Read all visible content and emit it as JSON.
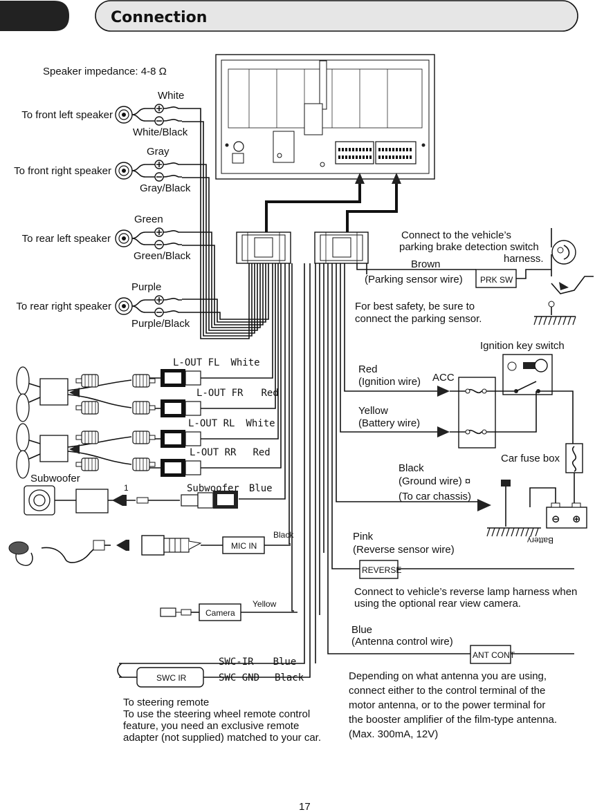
{
  "header": {
    "title": "Connection"
  },
  "page_number": "17",
  "speaker_impedance": "Speaker impedance: 4-8 Ω",
  "speakers": [
    {
      "label": "To front left speaker",
      "plus": "White",
      "minus": "White/Black"
    },
    {
      "label": "To front right speaker",
      "plus": "Gray",
      "minus": "Gray/Black"
    },
    {
      "label": "To rear left speaker",
      "plus": "Green",
      "minus": "Green/Black"
    },
    {
      "label": "To rear right speaker",
      "plus": "Purple",
      "minus": "Purple/Black"
    }
  ],
  "line_outs": [
    {
      "name": "L-OUT FL",
      "color": "White"
    },
    {
      "name": "L-OUT FR",
      "color": "Red"
    },
    {
      "name": "L-OUT RL",
      "color": "White"
    },
    {
      "name": "L-OUT RR",
      "color": "Red"
    }
  ],
  "subwoofer": {
    "label": "Subwoofer",
    "out_name": "Subwoofer",
    "out_color": "Blue",
    "note_mark": "1"
  },
  "mic": {
    "box": "MIC IN",
    "wire": "Black"
  },
  "camera": {
    "box": "Camera",
    "wire": "Yellow"
  },
  "swc": {
    "box": "SWC IR",
    "ir_name": "SWC-IR",
    "ir_color": "Blue",
    "gnd_name": "SWC GND",
    "gnd_color": "Black",
    "note_lines": [
      "To steering remote",
      "To use the steering wheel remote control",
      "feature, you need an exclusive remote",
      "adapter (not supplied) matched to your car."
    ]
  },
  "parking": {
    "connect_lines": [
      "Connect to the vehicle’s",
      "parking brake detection switch",
      "harness."
    ],
    "wire_color": "Brown",
    "wire_name": "(Parking sensor wire)",
    "box": "PRK SW",
    "safety_lines": [
      "For best safety, be sure to",
      "connect the parking sensor."
    ]
  },
  "ignition": {
    "switch_label": "Ignition key switch",
    "red": "Red",
    "red_name": "(Ignition wire)",
    "acc": "ACC",
    "yellow": "Yellow",
    "yellow_name": "(Battery wire)",
    "fuse_box": "Car fuse box",
    "black": "Black",
    "black_name": "(Ground wire) ¤",
    "black_note": "(To car chassis)",
    "battery": "Battery"
  },
  "reverse": {
    "color": "Pink",
    "name": "(Reverse sensor wire)",
    "box": "REVERSE",
    "note_lines": [
      "Connect to vehicle’s reverse lamp harness when",
      "using the optional rear view camera."
    ]
  },
  "antenna": {
    "color": "Blue",
    "name": "(Antenna control wire)",
    "box": "ANT CONT",
    "note_lines": [
      "Depending on what antenna you are using,",
      "connect either to the control terminal of the",
      "motor antenna, or to the power terminal for",
      "the booster amplifier of the film-type antenna.",
      "(Max. 300mA, 12V)"
    ]
  }
}
